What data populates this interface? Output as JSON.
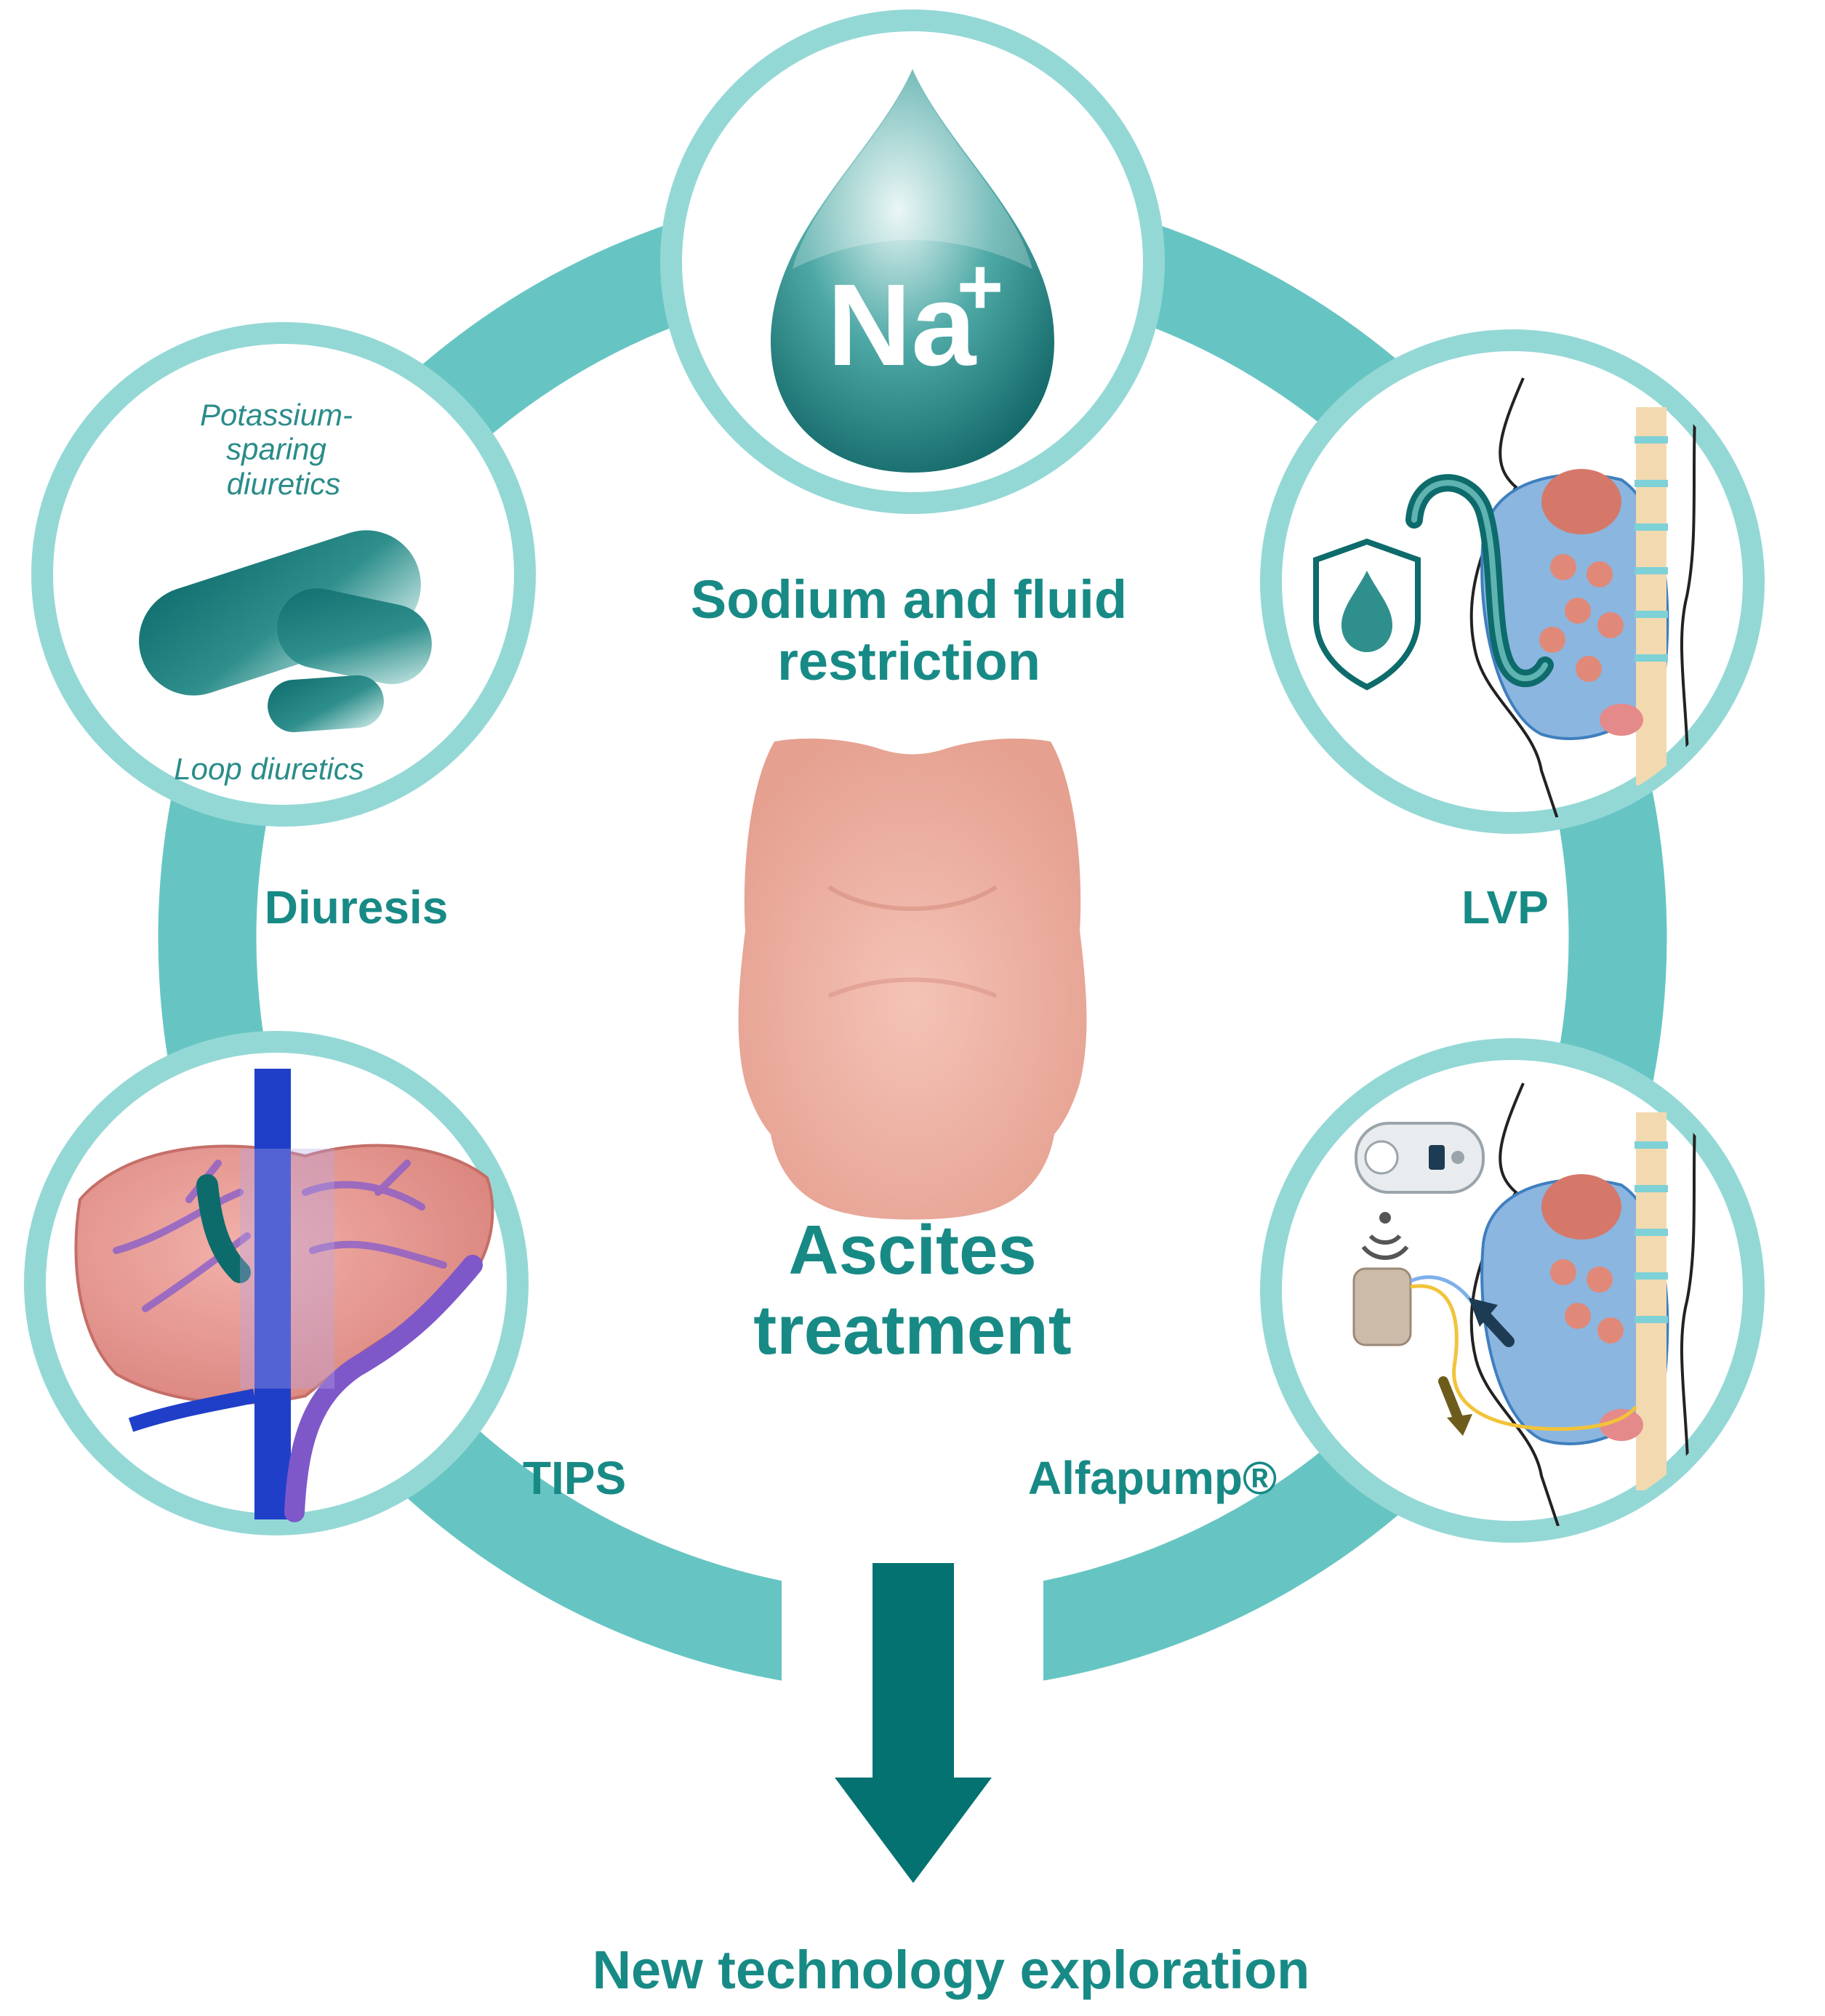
{
  "center": {
    "title_line1": "Ascites",
    "title_line2": "treatment"
  },
  "nodes": {
    "sodium": {
      "label_line1": "Sodium and fluid",
      "label_line2": "restriction",
      "icon_text": "Na",
      "icon_sup": "+"
    },
    "diuresis": {
      "label": "Diuresis",
      "top_caption_line1": "Potassium-",
      "top_caption_line2": "sparing",
      "top_caption_line3": "diuretics",
      "bottom_caption": "Loop diuretics"
    },
    "lvp": {
      "label": "LVP"
    },
    "tips": {
      "label": "TIPS"
    },
    "alfapump": {
      "label": "Alfapump®"
    }
  },
  "bottom": {
    "label": "New technology exploration"
  },
  "colors": {
    "ring": "#66c5c3",
    "circle_border": "#94d8d6",
    "label_text": "#188a86",
    "arrow": "#047271",
    "drop_dark": "#0d6b6b",
    "drop_light": "#d9f0ee",
    "skin": "#efb4a6",
    "liver": "#e89a94",
    "vein_blue": "#1f3fc9",
    "vein_purple": "#7e58c9",
    "abdomen_fluid": "#8bb6e0"
  }
}
